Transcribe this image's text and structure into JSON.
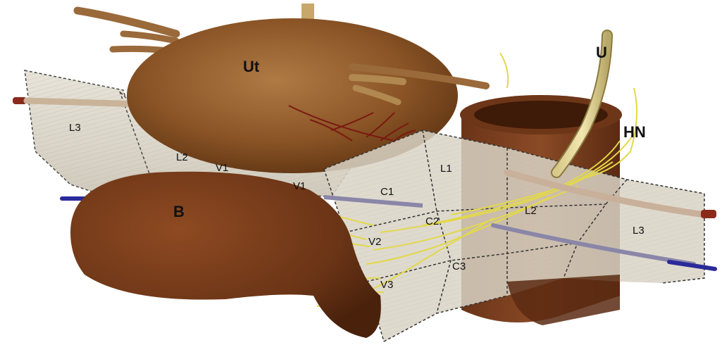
{
  "organs": {
    "uterus": "Ut",
    "bladder": "B",
    "ureter": "U",
    "hypogastric_nerve": "HN"
  },
  "zones": {
    "left_l3": "L3",
    "left_l2": "L2",
    "left_v1": "V1",
    "v1": "V1",
    "l1": "L1",
    "c1": "C1",
    "l2": "L2",
    "c2": "C2",
    "l3": "L3",
    "v2": "V2",
    "c3": "C3",
    "v3": "V3"
  }
}
